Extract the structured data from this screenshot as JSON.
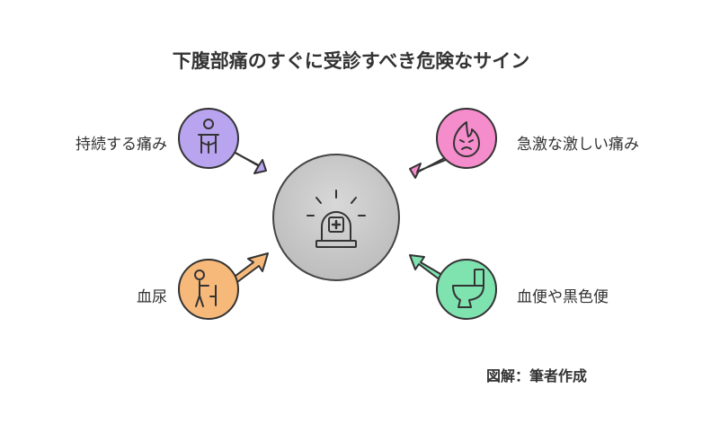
{
  "title": "下腹部痛のすぐに受診すべき危険なサイン",
  "credit": "図解：筆者作成",
  "signs": [
    {
      "id": "persistent-pain",
      "label": "持続する痛み",
      "color": "#b9a4f0",
      "icon": "person-holding-abdomen-icon"
    },
    {
      "id": "sudden-severe-pain",
      "label": "急激な激しい痛み",
      "color": "#f58ccb",
      "icon": "angry-face-flame-icon"
    },
    {
      "id": "hematuria",
      "label": "血尿",
      "color": "#f7b97a",
      "icon": "person-urinating-icon"
    },
    {
      "id": "bloody-black-stool",
      "label": "血便や黒色便",
      "color": "#7fe3b0",
      "icon": "toilet-icon"
    }
  ],
  "center": {
    "icon": "emergency-siren-icon",
    "color": "#c8c8c8"
  }
}
